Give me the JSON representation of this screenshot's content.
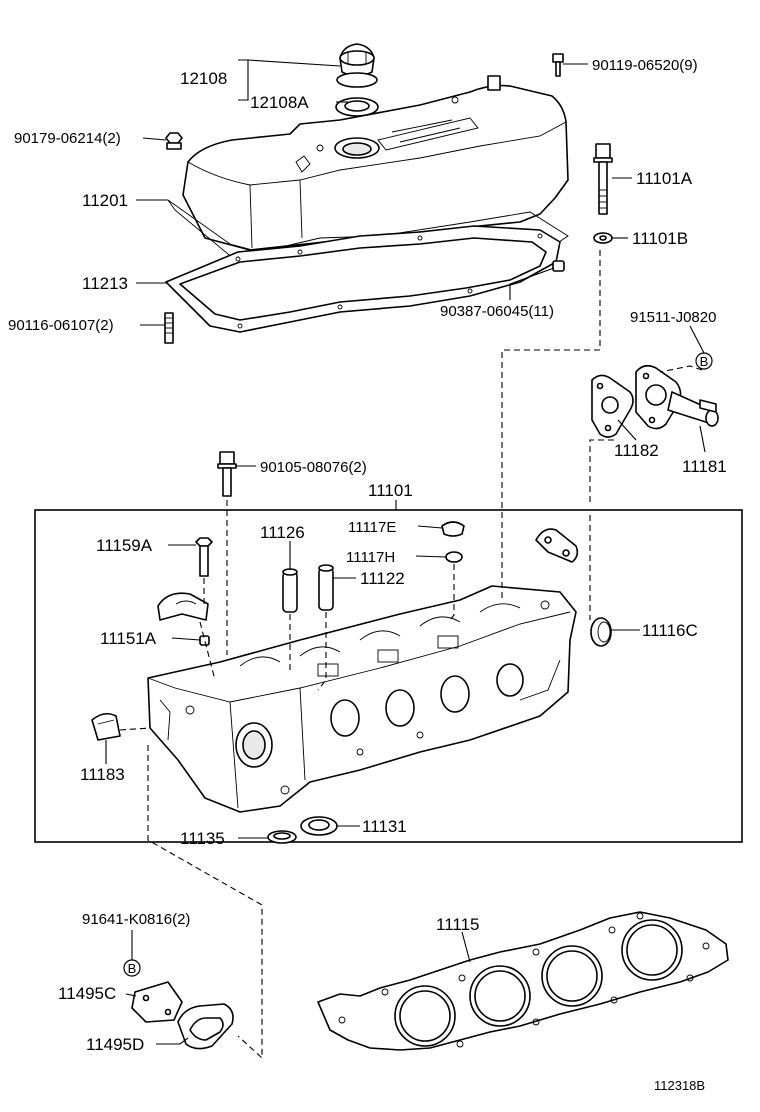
{
  "labels": {
    "p12108": "12108",
    "p12108A": "12108A",
    "p90119": "90119-06520(9)",
    "p90179": "90179-06214(2)",
    "p11201": "11201",
    "p11101A": "11101A",
    "p11101B": "11101B",
    "p11213": "11213",
    "p90387": "90387-06045(11)",
    "p90116": "90116-06107(2)",
    "p91511": "91511-J0820",
    "p11182": "11182",
    "p11181": "11181",
    "p90105": "90105-08076(2)",
    "p11101": "11101",
    "p11126": "11126",
    "p11117E": "11117E",
    "p11117H": "11117H",
    "p11159A": "11159A",
    "p11122": "11122",
    "p11151A": "11151A",
    "p11116C": "11116C",
    "p11183": "11183",
    "p11135": "11135",
    "p11131": "11131",
    "p91641": "91641-K0816(2)",
    "p11495C": "11495C",
    "p11495D": "11495D",
    "p11115": "11115",
    "callout_b": "B",
    "diagram_code": "112318B"
  }
}
